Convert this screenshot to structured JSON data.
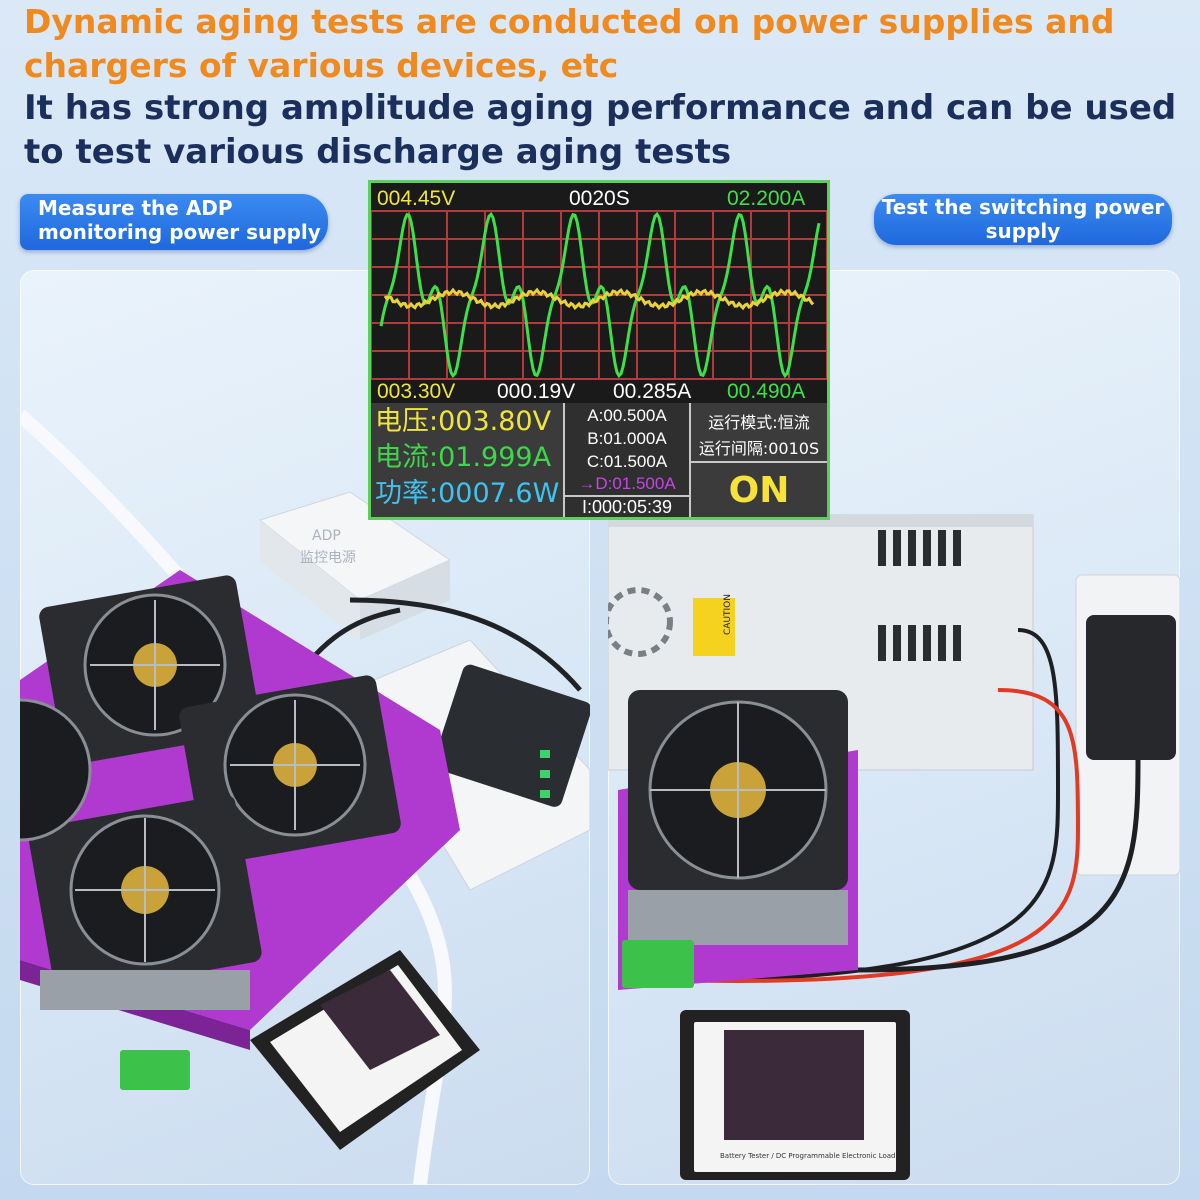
{
  "headline_orange": "Dynamic aging tests are conducted on power supplies and chargers of various devices, etc",
  "headline_blue": "It has strong amplitude aging performance and can be used to test various discharge aging tests",
  "label_left": "Measure the ADP monitoring power supply",
  "label_right": "Test the switching power supply",
  "adapter_label_line1": "ADP",
  "adapter_label_line2": "监控电源",
  "caution_label": "CAUTION",
  "small_screen_caption": "Battery Tester / DC Programmable Electronic Load",
  "display": {
    "top_left": "004.45V",
    "top_center": "0020S",
    "top_right": "02.200A",
    "bottom_1": "003.30V",
    "bottom_2": "000.19V",
    "bottom_3": "00.285A",
    "bottom_4": "00.490A",
    "voltage": "电压:003.80V",
    "current": "电流:01.999A",
    "power": "功率:0007.6W",
    "step_a": "A:00.500A",
    "step_b": "B:01.000A",
    "step_c": "C:01.500A",
    "step_d": "→D:01.500A",
    "timer": "I:000:05:39",
    "mode": "运行模式:恒流",
    "interval": "运行间隔:0010S",
    "state": "ON"
  },
  "colors": {
    "headline_orange": "#f08a1f",
    "headline_blue": "#1a2f5c",
    "pill_blue": "#2a78e8",
    "display_border": "#5ad25a",
    "voltage_yellow": "#f1e53a",
    "current_green": "#3ed64a",
    "power_cyan": "#3ec3f1",
    "grid_red": "#b23a3a",
    "wave_green": "#3ee04a",
    "wave_yellow": "#e8d23a",
    "pcb_purple": "#b03ad0"
  }
}
